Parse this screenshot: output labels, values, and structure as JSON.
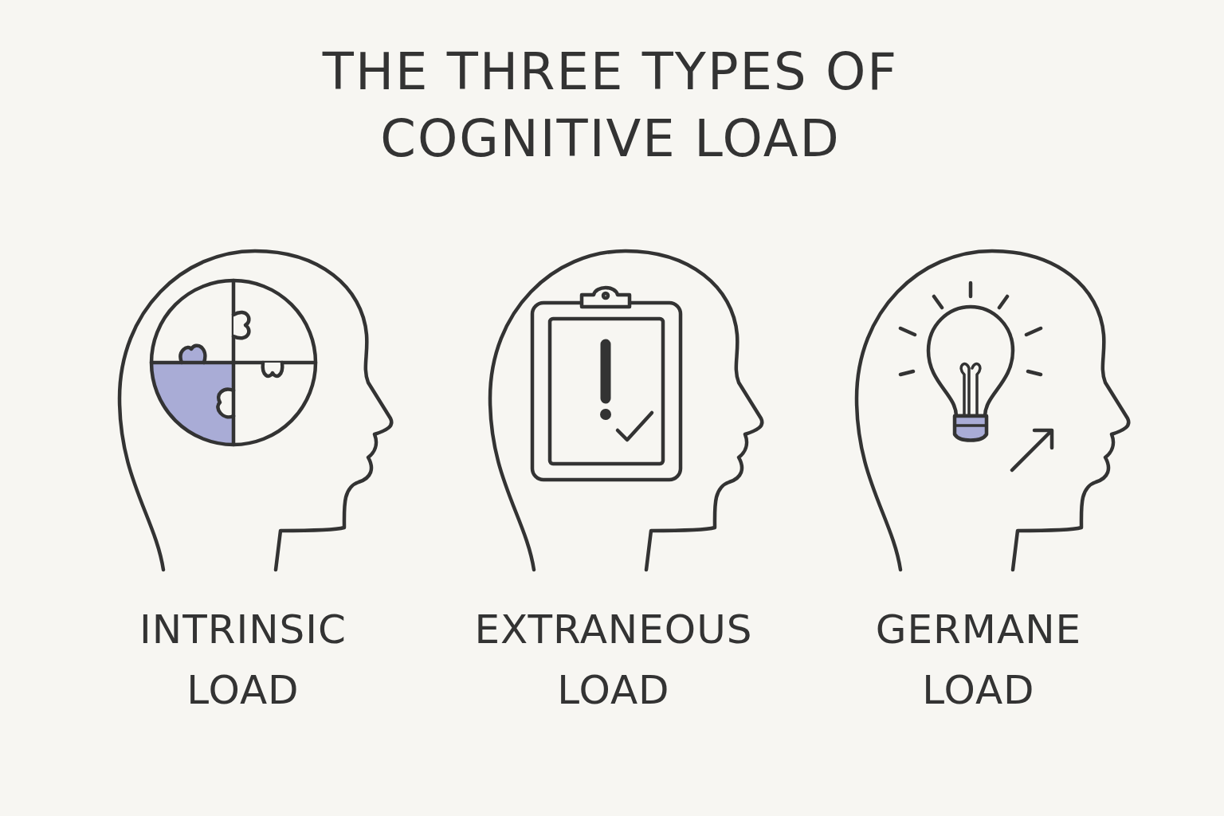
{
  "diagram": {
    "title": "THE THREE TYPES OF COGNITIVE LOAD",
    "labels": [
      "INTRINSIC LOAD",
      "EXTRANEOUS LOAD",
      "GERMANE LOAD"
    ]
  }
}
